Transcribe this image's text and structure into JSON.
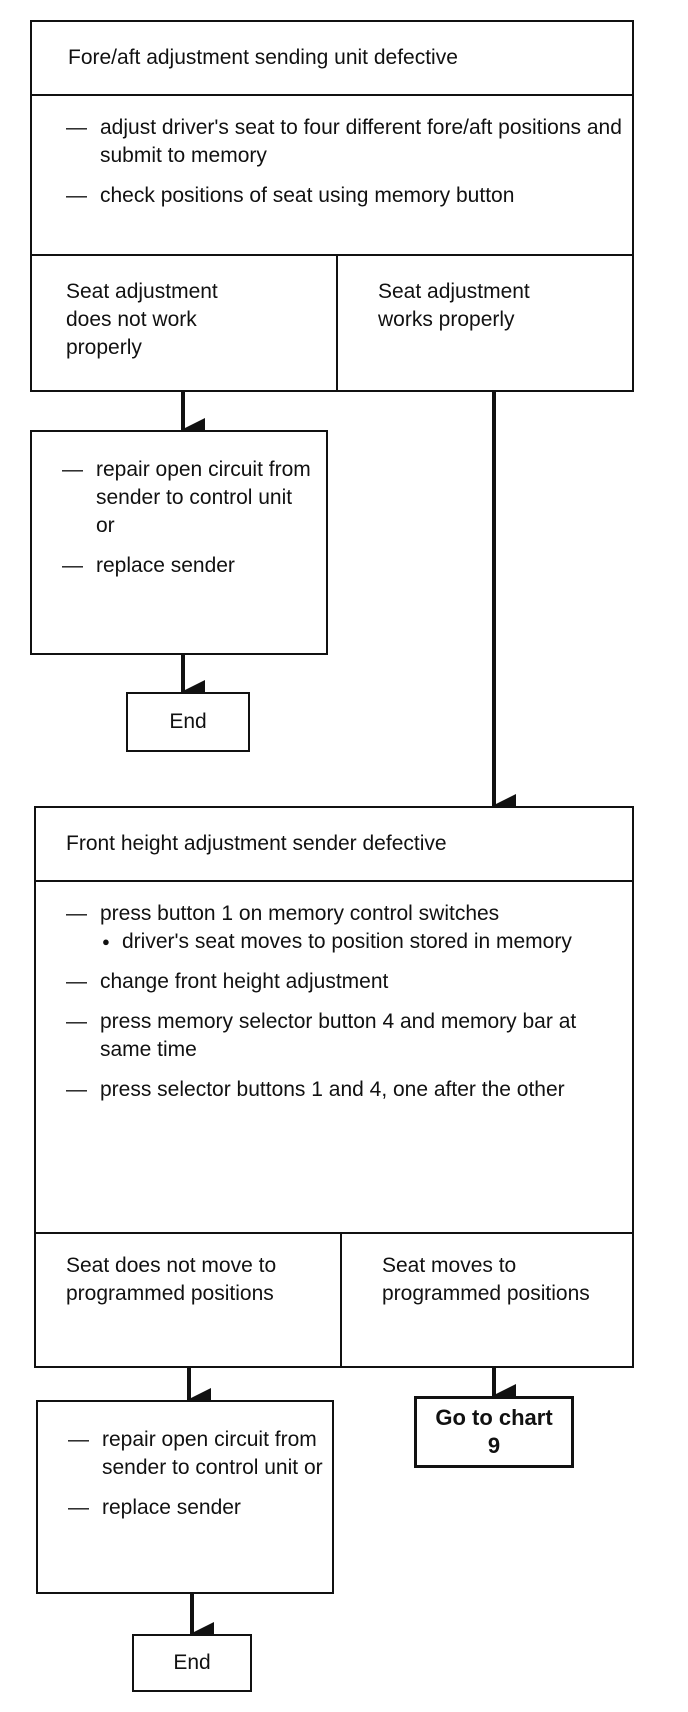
{
  "test1": {
    "title": "Fore/aft adjustment sending unit defective",
    "steps": [
      "adjust driver's seat to four different fore/aft positions and submit to memory",
      "check positions of seat using memory button"
    ],
    "result_fail": "Seat adjustment does not work properly",
    "result_pass": "Seat adjustment works properly"
  },
  "repair1": {
    "steps": [
      "repair open circuit from sender to control unit or",
      "replace sender"
    ]
  },
  "end1": "End",
  "test2": {
    "title": "Front height adjustment sender defective",
    "step1": "press button 1 on memory control switches",
    "step1_sub": "driver's seat moves to position stored in memory",
    "steps": [
      "change front height adjustment",
      "press memory selector button 4 and memory bar at same time",
      "press selector buttons 1 and 4, one after the other"
    ],
    "result_fail": "Seat does not move to programmed positions",
    "result_pass": "Seat moves to programmed positions"
  },
  "repair2": {
    "steps": [
      "repair open circuit from sender to control unit or",
      "replace sender"
    ]
  },
  "end2": "End",
  "goto": "Go to chart 9"
}
